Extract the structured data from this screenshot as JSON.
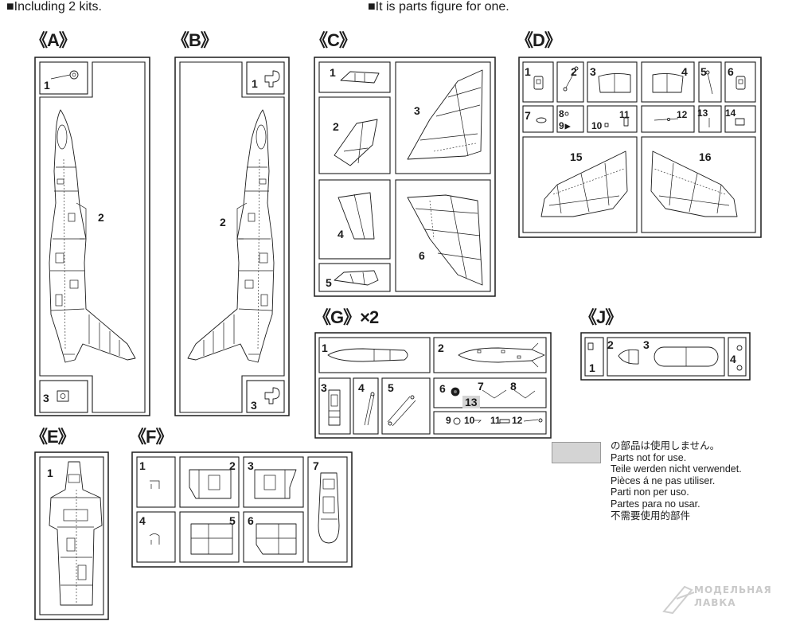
{
  "notes": {
    "kits": "■Including 2 kits.",
    "figure": "■It is parts figure for one."
  },
  "sprues": {
    "A": {
      "label": "《A》",
      "parts": [
        "1",
        "2",
        "3"
      ]
    },
    "B": {
      "label": "《B》",
      "parts": [
        "1",
        "2",
        "3"
      ]
    },
    "C": {
      "label": "《C》",
      "parts": [
        "1",
        "2",
        "3",
        "4",
        "5",
        "6"
      ]
    },
    "D": {
      "label": "《D》",
      "parts": [
        "1",
        "2",
        "3",
        "4",
        "5",
        "6",
        "7",
        "8",
        "9",
        "10",
        "11",
        "12",
        "13",
        "14",
        "15",
        "16"
      ]
    },
    "G": {
      "label": "《G》×2",
      "parts": [
        "1",
        "2",
        "3",
        "4",
        "5",
        "6",
        "7",
        "8",
        "9",
        "10",
        "11",
        "12",
        "13"
      ],
      "unused_parts": [
        "13"
      ]
    },
    "J": {
      "label": "《J》",
      "parts": [
        "1",
        "2",
        "3",
        "4"
      ]
    },
    "E": {
      "label": "《E》",
      "parts": [
        "1"
      ]
    },
    "F": {
      "label": "《F》",
      "parts": [
        "1",
        "2",
        "3",
        "4",
        "5",
        "6",
        "7"
      ]
    }
  },
  "legend": {
    "swatch_color": "#d4d4d4",
    "lines": [
      "の部品は使用しません。",
      "Parts not for use.",
      "Teile werden nicht verwendet.",
      "Pièces á ne pas utiliser.",
      "Parti non per uso.",
      "Partes para no usar.",
      "不需要使用的部件"
    ]
  },
  "watermark": {
    "line1": "МОДЕЛЬНАЯ",
    "line2": "ЛАВКА"
  },
  "colors": {
    "ink": "#1c1c1c",
    "paper": "#ffffff",
    "unused_fill": "#d4d4d4",
    "watermark": "#c9c9c9"
  }
}
